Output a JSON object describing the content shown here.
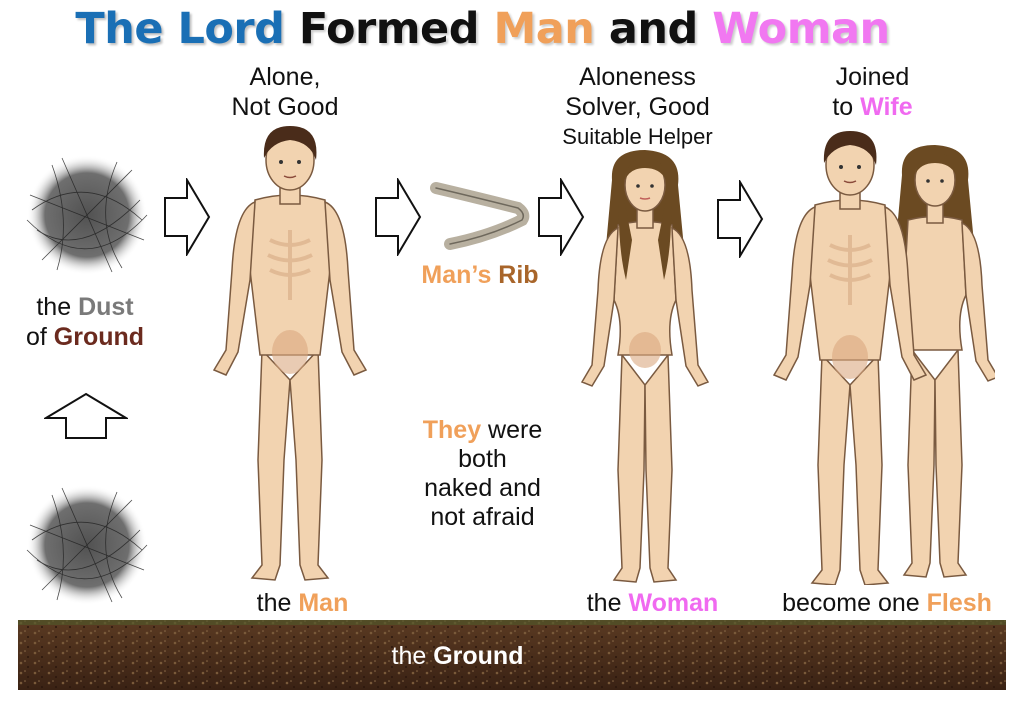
{
  "title": {
    "part1": "The Lord",
    "part2": " Formed ",
    "part3": "Man",
    "part4": " and ",
    "part5": "Woman"
  },
  "dust": {
    "the": "the ",
    "dust": "Dust",
    "of": "of ",
    "ground": "Ground"
  },
  "man_top": {
    "line1": "Alone,",
    "line2": "Not Good"
  },
  "man_label": {
    "the": "the ",
    "name": "Man"
  },
  "rib": {
    "mans": "Man’s ",
    "rib": "Rib"
  },
  "woman_top": {
    "line1": "Aloneness",
    "line2": "Solver, Good",
    "line3": "Suitable Helper"
  },
  "woman_label": {
    "the": "the ",
    "name": "Woman"
  },
  "couple_top": {
    "line1": "Joined",
    "line2a": "to ",
    "line2b": "Wife"
  },
  "couple_label": {
    "text": "become one ",
    "flesh": "Flesh"
  },
  "they": {
    "they": "They",
    "rest1": " were",
    "line2": "both",
    "line3": "naked and",
    "line4": "not afraid"
  },
  "ground": {
    "the": "the ",
    "name": "Ground"
  },
  "colors": {
    "blue": "#1a6fb5",
    "orange": "#f0a05a",
    "pink": "#f06af0",
    "brown": "#a8652a",
    "skin": "#f2d3b0"
  }
}
